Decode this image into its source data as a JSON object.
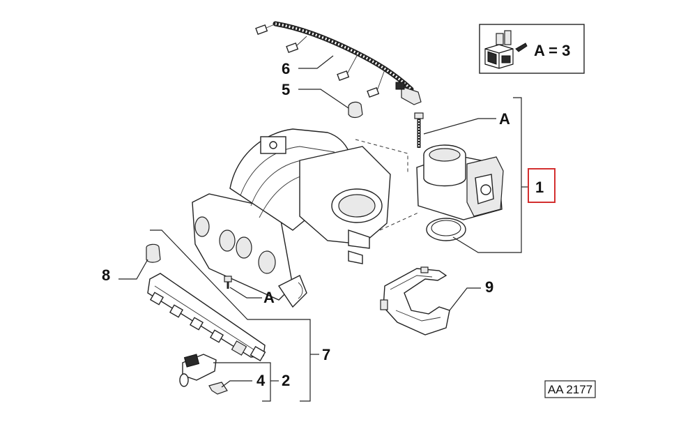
{
  "callouts": {
    "c1": "1",
    "c2": "2",
    "c4": "4",
    "c5": "5",
    "c6": "6",
    "c7": "7",
    "c8": "8",
    "c9": "9",
    "a_top": "A",
    "a_mid": "A"
  },
  "legend": {
    "text": "A = 3",
    "icon": "torque-wrench-icon"
  },
  "reference": {
    "code": "AA 2177"
  },
  "highlight": {
    "color": "#d32f2f",
    "target": "1"
  }
}
